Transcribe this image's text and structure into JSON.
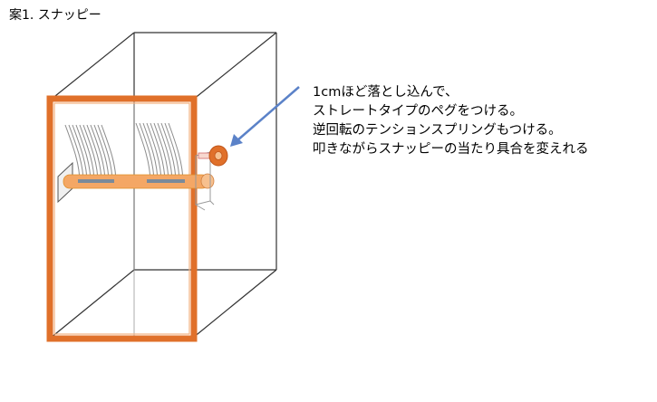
{
  "title": "案1.  スナッピー",
  "annotation": {
    "lines": [
      "1cmほど落とし込んで、",
      "ストレートタイプのペグをつける。",
      "逆回転のテンションスプリングもつける。",
      "叩きながらスナッピーの当たり具合を変えれる"
    ]
  },
  "colors": {
    "frame": "#e0702a",
    "frame_inner": "#f3b07e",
    "rod": "#f4a765",
    "box_line": "#333333",
    "arrow": "#5b82c8",
    "snare_wire": "#8c8c8c",
    "peg": "#e0702a"
  }
}
